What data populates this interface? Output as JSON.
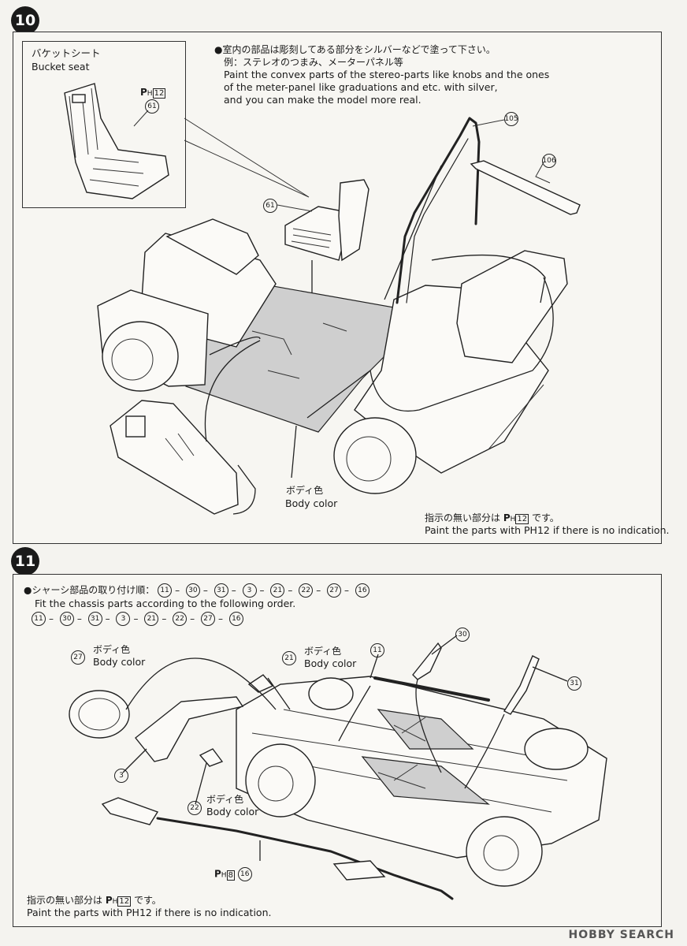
{
  "step10": {
    "number": "10",
    "note_jp": "●室内の部品は彫刻してある部分をシルバーなどで塗って下さい。",
    "note_jp2": "例：ステレオのつまみ、メーターパネル等",
    "note_en1": "Paint the convex parts of the stereo-parts like knobs and the ones",
    "note_en2": "of the meter-panel like graduations and etc. with silver,",
    "note_en3": "and you can make the model more real.",
    "inset_jp": "バケットシート",
    "inset_en": "Bucket seat",
    "paint_code": "PH12",
    "parts": {
      "seat": "61",
      "rollbar": "105",
      "bar": "106"
    },
    "body_jp": "ボディ色",
    "body_en": "Body color",
    "footer_jp": "指示の無い部分は PH12 です。",
    "footer_en": "Paint the parts with PH12 if there is no indication."
  },
  "step11": {
    "number": "11",
    "order_jp": "●シャーシ部品の取り付け順：",
    "order_en": "Fit the chassis parts according to the following order.",
    "order": [
      "11",
      "30",
      "31",
      "3",
      "21",
      "22",
      "27",
      "16"
    ],
    "body_jp": "ボディ色",
    "body_en": "Body color",
    "paint_code_pipe": "PH8",
    "footer_jp": "指示の無い部分は PH12 です。",
    "footer_en": "Paint the parts with PH12 if there is no indication."
  },
  "watermark": "HOBBY SEARCH"
}
